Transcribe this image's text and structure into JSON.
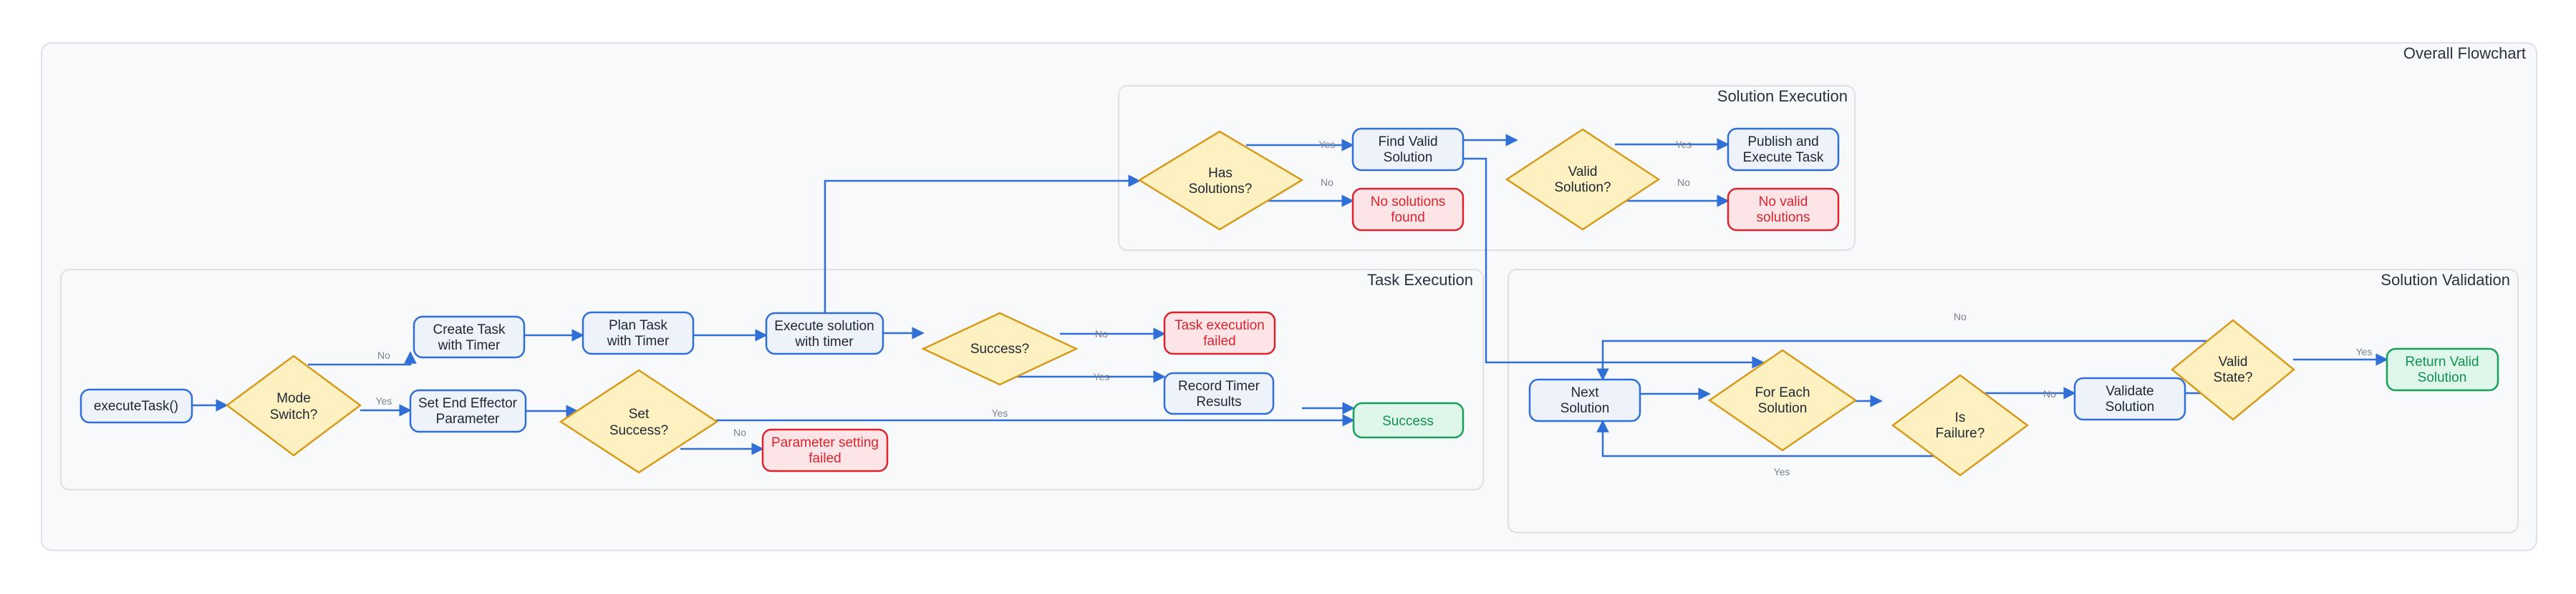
{
  "groups": {
    "overall": "Overall Flowchart",
    "solution_execution": "Solution Execution",
    "task_execution": "Task Execution",
    "solution_validation": "Solution Validation"
  },
  "nodes": {
    "execute_task": [
      "executeTask()"
    ],
    "mode_switch": [
      "Mode",
      "Switch?"
    ],
    "create_task": [
      "Create Task",
      "with Timer"
    ],
    "set_end_effector": [
      "Set End Effector",
      "Parameter"
    ],
    "plan_task": [
      "Plan Task",
      "with Timer"
    ],
    "set_success": [
      "Set",
      "Success?"
    ],
    "param_failed": [
      "Parameter setting",
      "failed"
    ],
    "execute_solution": [
      "Execute solution",
      "with timer"
    ],
    "success_q": [
      "Success?"
    ],
    "task_failed": [
      "Task execution",
      "failed"
    ],
    "record_timer": [
      "Record Timer",
      "Results"
    ],
    "success": [
      "Success"
    ],
    "has_solutions": [
      "Has",
      "Solutions?"
    ],
    "find_valid": [
      "Find Valid",
      "Solution"
    ],
    "no_solutions": [
      "No solutions",
      "found"
    ],
    "valid_solution_q": [
      "Valid",
      "Solution?"
    ],
    "publish": [
      "Publish and",
      "Execute Task"
    ],
    "no_valid": [
      "No valid",
      "solutions"
    ],
    "next_solution": [
      "Next",
      "Solution"
    ],
    "for_each": [
      "For Each",
      "Solution"
    ],
    "is_failure": [
      "Is",
      "Failure?"
    ],
    "validate": [
      "Validate",
      "Solution"
    ],
    "valid_state": [
      "Valid",
      "State?"
    ],
    "return_valid": [
      "Return Valid",
      "Solution"
    ]
  },
  "edge_labels": {
    "mode_no": "No",
    "mode_yes": "Yes",
    "set_yes": "Yes",
    "set_no": "No",
    "succ_no": "No",
    "succ_yes": "Yes",
    "has_yes": "Yes",
    "has_no": "No",
    "valid_yes": "Yes",
    "valid_no": "No",
    "state_no": "No",
    "state_yes": "Yes",
    "fail_no": "No",
    "fail_yes": "Yes"
  },
  "colors": {
    "process_stroke": "#2f6fd6",
    "decision_fill": "#fdf1c2",
    "decision_stroke": "#d79a1b",
    "fail_stroke": "#d9252f",
    "success_stroke": "#16a05a"
  }
}
